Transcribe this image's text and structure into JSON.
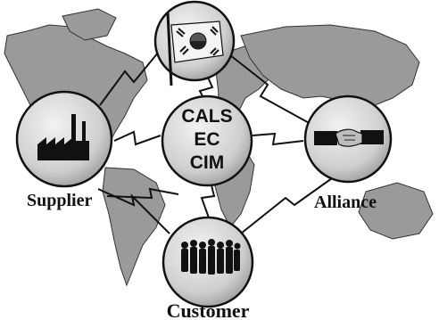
{
  "center": {
    "lines": [
      "CALS",
      "EC",
      "CIM"
    ]
  },
  "nodes": {
    "supplier": {
      "label": "Supplier",
      "icon": "factory-icon"
    },
    "alliance": {
      "label": "Alliance",
      "icon": "handshake-icon"
    },
    "customer": {
      "label": "Customer",
      "icon": "crowd-icon"
    },
    "top": {
      "label": "",
      "icon": "korean-flag-icon"
    }
  },
  "colors": {
    "ink": "#111111",
    "land": "#9a9a9a",
    "circle": "#d8d8d8",
    "background": "#ffffff"
  }
}
